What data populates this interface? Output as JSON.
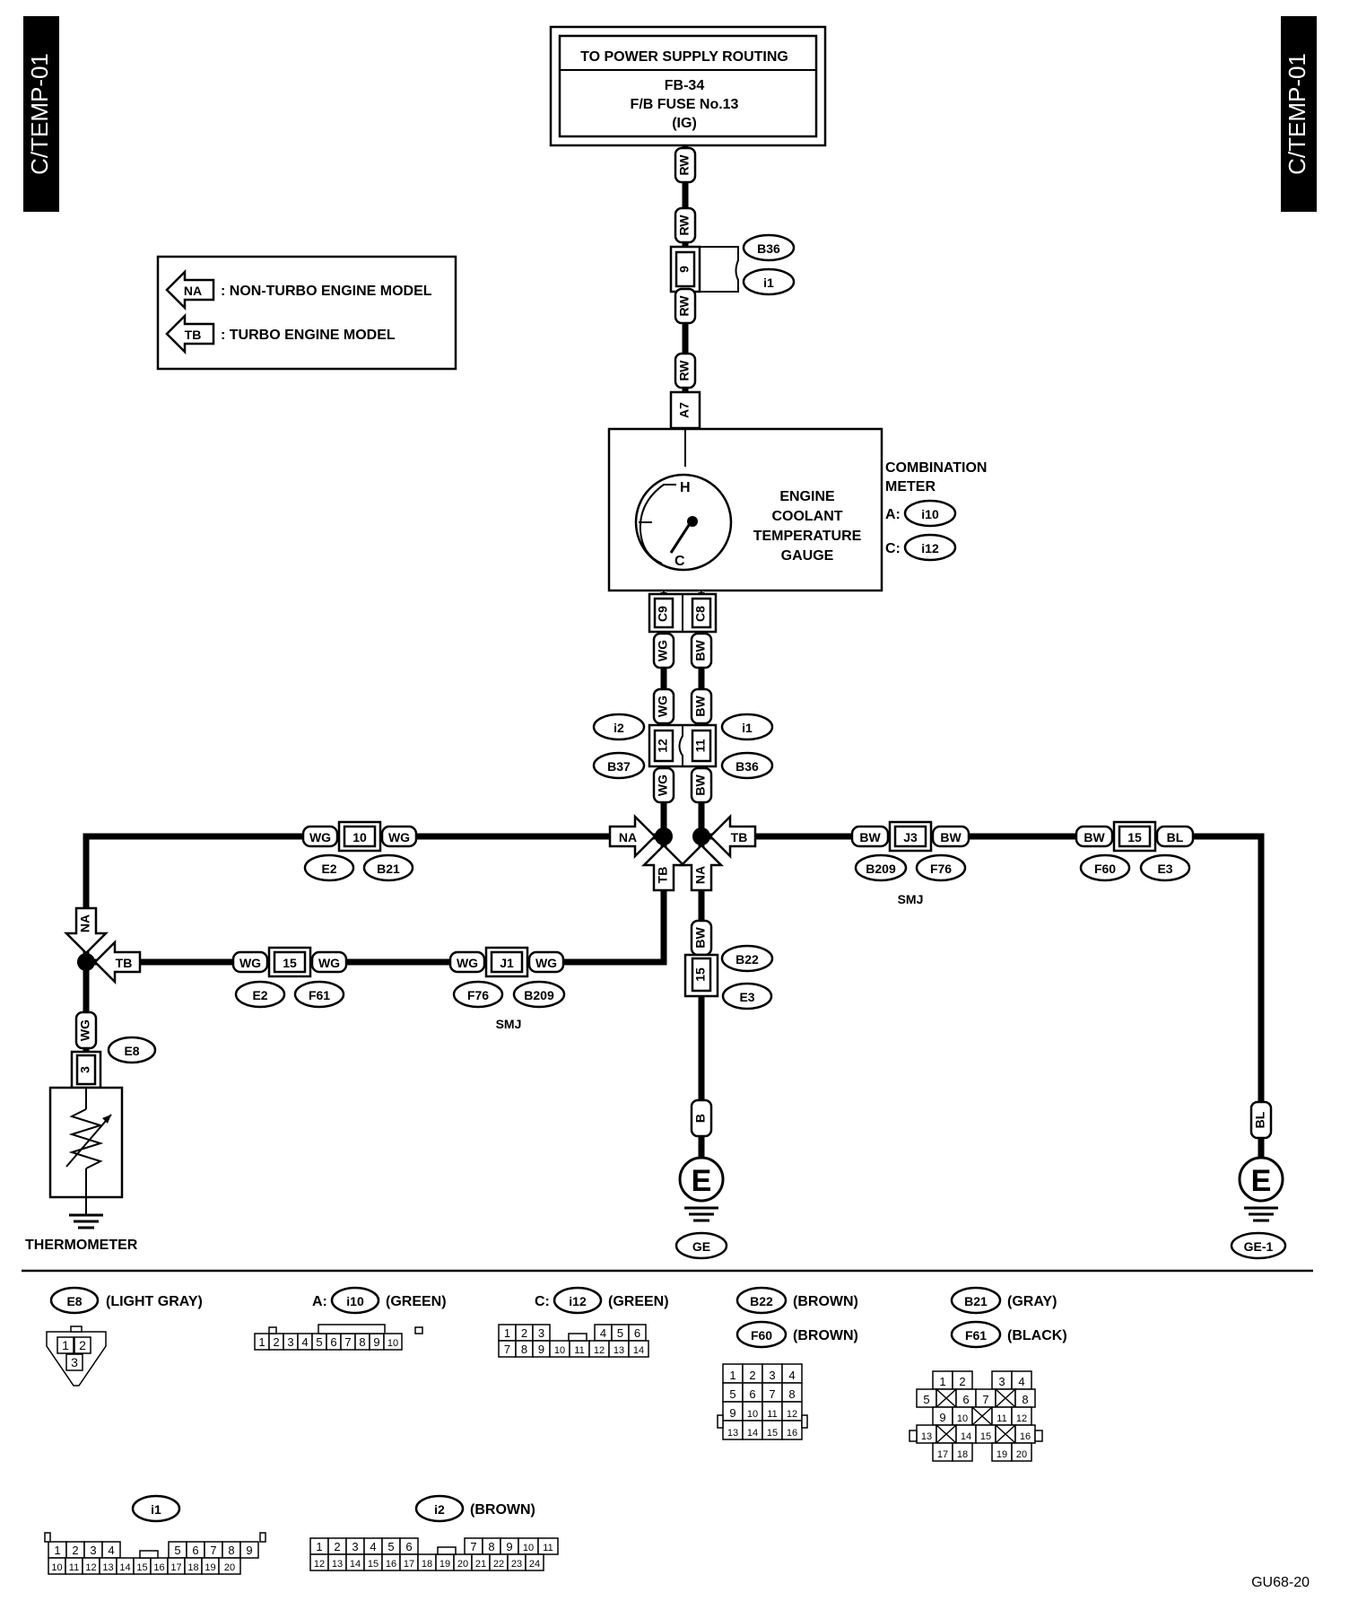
{
  "side_tab": "C/TEMP-01",
  "power_box": {
    "title": "TO POWER SUPPLY ROUTING",
    "line1": "FB-34",
    "line2": "F/B FUSE No.13",
    "line3": "(IG)"
  },
  "legend": {
    "na_code": "NA",
    "na_text": ": NON-TURBO ENGINE MODEL",
    "tb_code": "TB",
    "tb_text": ": TURBO ENGINE MODEL"
  },
  "meter": {
    "gauge_lines": [
      "ENGINE",
      "COOLANT",
      "TEMPERATURE",
      "GAUGE"
    ],
    "title1": "COMBINATION",
    "title2": "METER",
    "a_prefix": "A:",
    "a_conn": "i10",
    "c_prefix": "C:",
    "c_conn": "i12",
    "h": "H",
    "c": "C"
  },
  "wires": {
    "rw": "RW",
    "wg": "WG",
    "bw": "BW",
    "bl": "BL",
    "b": "B"
  },
  "pins": {
    "p9": "9",
    "a7": "A7",
    "c9": "C9",
    "c8": "C8",
    "p12": "12",
    "p11": "11",
    "p10": "10",
    "j3": "J3",
    "p15": "15",
    "j1": "J1",
    "p3": "3"
  },
  "conns": {
    "B36": "B36",
    "i1": "i1",
    "i2": "i2",
    "B37": "B37",
    "E2": "E2",
    "B21": "B21",
    "B209": "B209",
    "F76": "F76",
    "F60": "F60",
    "E3": "E3",
    "F61": "F61",
    "B22": "B22",
    "E8": "E8"
  },
  "smj": "SMJ",
  "ground": {
    "e": "E",
    "ge": "GE",
    "ge1": "GE-1"
  },
  "thermometer": "THERMOMETER",
  "bottom": {
    "e8": "E8",
    "e8_color": "(LIGHT GRAY)",
    "a_prefix": "A:",
    "i10": "i10",
    "i10_color": "(GREEN)",
    "c_prefix": "C:",
    "i12": "i12",
    "i12_color": "(GREEN)",
    "b22": "B22",
    "b22_color": "(BROWN)",
    "f60": "F60",
    "f60_color": "(BROWN)",
    "b21": "B21",
    "b21_color": "(GRAY)",
    "f61": "F61",
    "f61_color": "(BLACK)",
    "i1": "i1",
    "i2": "i2",
    "i2_color": "(BROWN)"
  },
  "code": "GU68-20"
}
